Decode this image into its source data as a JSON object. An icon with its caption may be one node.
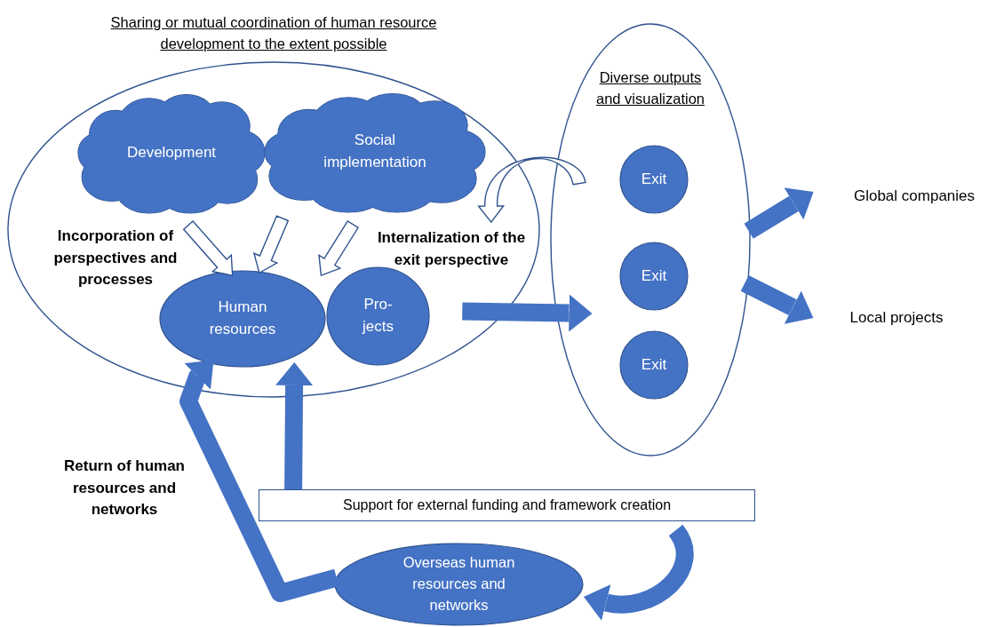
{
  "diagram": {
    "nodes": [
      {
        "text": [
          "Sharing or mutual coordination of human resource development to the extent possible"
        ]
      },
      {
        "text": [
          "Development"
        ],
        "in": 0
      },
      {
        "text": [
          "Social implementation"
        ],
        "in": 0
      },
      {
        "text": [
          "Human resources"
        ],
        "in": 0
      },
      {
        "text": [
          "Pro- jects"
        ],
        "in": 0
      },
      {
        "text": [
          "Diverse outputs and visualization"
        ]
      },
      {
        "text": [
          "Exit"
        ],
        "in": 5
      },
      {
        "text": [
          "Exit"
        ],
        "in": 5
      },
      {
        "text": [
          "Exit"
        ],
        "in": 5
      },
      {
        "text": [
          "Global companies"
        ]
      },
      {
        "text": [
          "Local projects"
        ]
      },
      {
        "text": [
          "Support for external funding and framework creation"
        ]
      },
      {
        "text": [
          "Overseas human resources and networks"
        ]
      }
    ],
    "edges": [
      {
        "from": 1,
        "to": 3,
        "arrow": "to"
      },
      {
        "from": 2,
        "to": 3,
        "arrow": "to"
      },
      {
        "from": 2,
        "to": 3,
        "arrow": "to"
      },
      {
        "from": 5,
        "to": 0,
        "arrow": "to"
      },
      {
        "from": 4,
        "to": 5,
        "arrow": "to"
      },
      {
        "from": 5,
        "to": 9,
        "arrow": "to"
      },
      {
        "from": 5,
        "to": 10,
        "arrow": "to"
      },
      {
        "from": 11,
        "to": 3,
        "arrow": "to"
      },
      {
        "from": 12,
        "to": 3,
        "arrow": "to"
      },
      {
        "from": 11,
        "to": 12,
        "arrow": "to"
      }
    ],
    "labels": [
      "Incorporation of perspectives and processes",
      "Internalization of the exit perspective",
      "Return of human resources and networks"
    ]
  }
}
